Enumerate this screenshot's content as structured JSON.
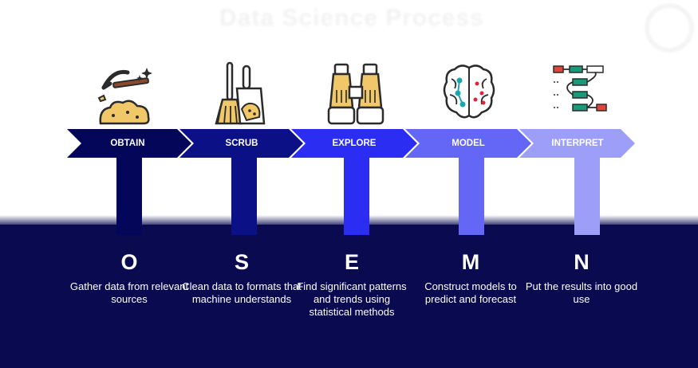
{
  "header": {
    "title": "Data Science Process"
  },
  "steps": [
    {
      "label": "OBTAIN",
      "letter": "O",
      "desc": "Gather data from relevant sources",
      "color": "#04065a",
      "icon": "pickaxe-gold-icon"
    },
    {
      "label": "SCRUB",
      "letter": "S",
      "desc": "Clean data to formats that machine understands",
      "color": "#0c1087",
      "icon": "broom-dustpan-icon"
    },
    {
      "label": "EXPLORE",
      "letter": "E",
      "desc": "Find significant patterns and trends using statistical methods",
      "color": "#2b2ef2",
      "icon": "binoculars-icon"
    },
    {
      "label": "MODEL",
      "letter": "M",
      "desc": "Construct models to predict and forecast",
      "color": "#6467f5",
      "icon": "brain-network-icon"
    },
    {
      "label": "INTERPRET",
      "letter": "N",
      "desc": "Put the results into good use",
      "color": "#9c9ef8",
      "icon": "flowchart-icon"
    }
  ]
}
